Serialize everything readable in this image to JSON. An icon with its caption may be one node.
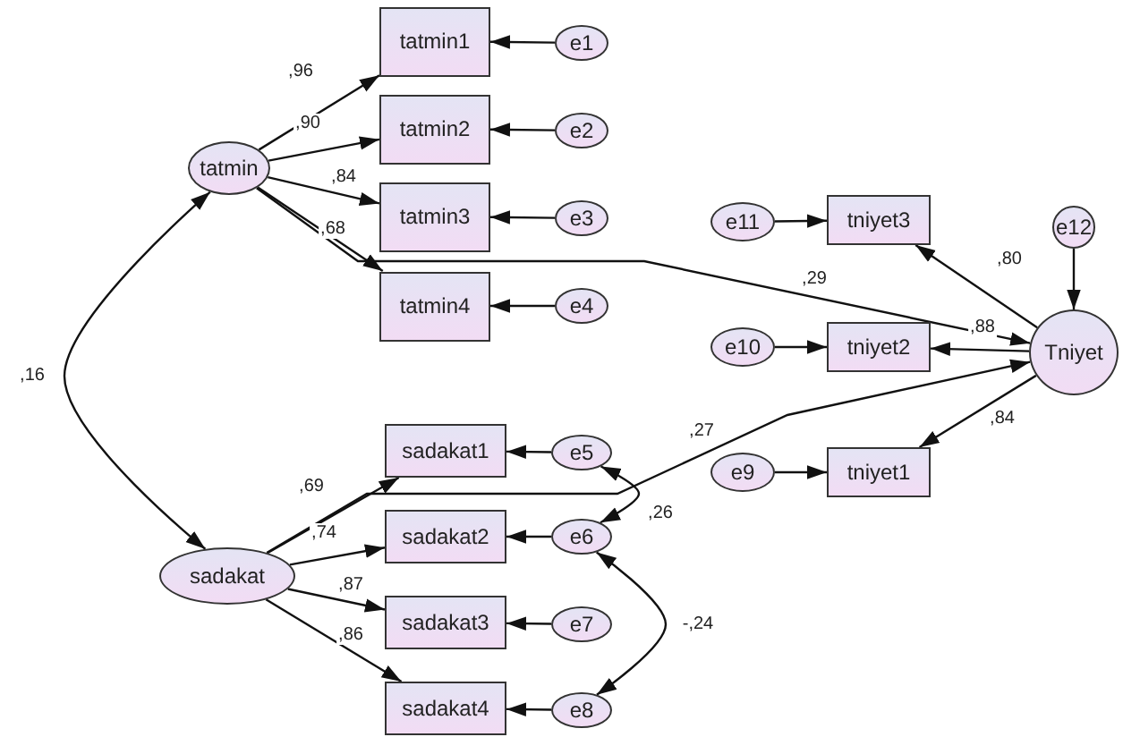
{
  "diagram": {
    "nodes": [
      {
        "text": [
          "tatmin"
        ]
      },
      {
        "text": [
          "tatmin1"
        ]
      },
      {
        "text": [
          "e1"
        ]
      },
      {
        "text": [
          "tatmin2"
        ]
      },
      {
        "text": [
          "e2"
        ]
      },
      {
        "text": [
          "tatmin3"
        ]
      },
      {
        "text": [
          "e3"
        ]
      },
      {
        "text": [
          "tatmin4"
        ]
      },
      {
        "text": [
          "e4"
        ]
      },
      {
        "text": [
          "e11"
        ]
      },
      {
        "text": [
          "tniyet3"
        ]
      },
      {
        "text": [
          "e12"
        ]
      },
      {
        "text": [
          "e10"
        ]
      },
      {
        "text": [
          "tniyet2"
        ]
      },
      {
        "text": [
          "Tniyet"
        ]
      },
      {
        "text": [
          "e9"
        ]
      },
      {
        "text": [
          "tniyet1"
        ]
      },
      {
        "text": [
          "sadakat1"
        ]
      },
      {
        "text": [
          "e5"
        ]
      },
      {
        "text": [
          "sadakat"
        ]
      },
      {
        "text": [
          "sadakat2"
        ]
      },
      {
        "text": [
          "e6"
        ]
      },
      {
        "text": [
          "sadakat3"
        ]
      },
      {
        "text": [
          "e7"
        ]
      },
      {
        "text": [
          "sadakat4"
        ]
      },
      {
        "text": [
          "e8"
        ]
      }
    ],
    "edges": [
      {
        "from": 0,
        "to": 1,
        "arrow": "to",
        "label": ",96"
      },
      {
        "from": 0,
        "to": 3,
        "arrow": "to",
        "label": ",90"
      },
      {
        "from": 0,
        "to": 5,
        "arrow": "to",
        "label": ",84"
      },
      {
        "from": 0,
        "to": 7,
        "arrow": "to",
        "label": ",68"
      },
      {
        "from": 2,
        "to": 1,
        "arrow": "to"
      },
      {
        "from": 4,
        "to": 3,
        "arrow": "to"
      },
      {
        "from": 6,
        "to": 5,
        "arrow": "to"
      },
      {
        "from": 8,
        "to": 7,
        "arrow": "to"
      },
      {
        "from": 0,
        "to": 19,
        "arrow": "both",
        "label": ",16"
      },
      {
        "from": 19,
        "to": 17,
        "arrow": "to",
        "label": ",69"
      },
      {
        "from": 19,
        "to": 20,
        "arrow": "to",
        "label": ",74"
      },
      {
        "from": 19,
        "to": 22,
        "arrow": "to",
        "label": ",87"
      },
      {
        "from": 19,
        "to": 24,
        "arrow": "to",
        "label": ",86"
      },
      {
        "from": 18,
        "to": 17,
        "arrow": "to"
      },
      {
        "from": 21,
        "to": 20,
        "arrow": "to"
      },
      {
        "from": 23,
        "to": 22,
        "arrow": "to"
      },
      {
        "from": 25,
        "to": 24,
        "arrow": "to"
      },
      {
        "from": 18,
        "to": 21,
        "arrow": "both",
        "label": ",26"
      },
      {
        "from": 21,
        "to": 25,
        "arrow": "both",
        "label": "-,24"
      },
      {
        "from": 0,
        "to": 14,
        "arrow": "to",
        "label": ",29"
      },
      {
        "from": 19,
        "to": 14,
        "arrow": "to",
        "label": ",27"
      },
      {
        "from": 14,
        "to": 10,
        "arrow": "to",
        "label": ",80"
      },
      {
        "from": 14,
        "to": 13,
        "arrow": "to",
        "label": ",88"
      },
      {
        "from": 14,
        "to": 16,
        "arrow": "to",
        "label": ",84"
      },
      {
        "from": 9,
        "to": 10,
        "arrow": "to"
      },
      {
        "from": 12,
        "to": 13,
        "arrow": "to"
      },
      {
        "from": 15,
        "to": 16,
        "arrow": "to"
      },
      {
        "from": 11,
        "to": 14,
        "arrow": "to"
      }
    ]
  }
}
